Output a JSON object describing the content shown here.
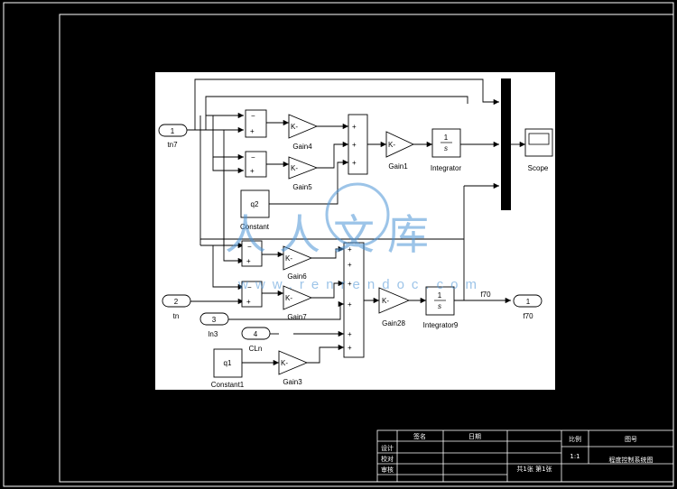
{
  "blocks": {
    "in_tn7": {
      "number": "1",
      "name": "tn7"
    },
    "in_tn": {
      "number": "2",
      "name": "tn"
    },
    "in_ln3": {
      "number": "3",
      "name": "ln3"
    },
    "in_cln": {
      "number": "4",
      "name": "CLn"
    },
    "out_f70": {
      "number": "1",
      "name": "f70"
    },
    "gain_glyph": "K-",
    "gain4": "Gain4",
    "gain5": "Gain5",
    "gain6": "Gain6",
    "gain7": "Gain7",
    "gain1": "Gain1",
    "gain28": "Gain28",
    "gain3": "Gain3",
    "integrator": {
      "name": "Integrator",
      "num": "1",
      "den": "s"
    },
    "integrator9": {
      "name": "Integrator9",
      "num": "1",
      "den": "s"
    },
    "constant": {
      "value": "q2",
      "name": "Constant"
    },
    "constant1": {
      "value": "q1",
      "name": "Constant1"
    },
    "scope": "Scope",
    "signal_f70": "f70",
    "minus": "−",
    "plus": "+"
  },
  "watermark": {
    "text": "人人文库",
    "url": "www.renrendoc.com",
    "colors": {
      "main": "#4d94d6"
    }
  },
  "title_block": {
    "signature": "签名",
    "date": "日期",
    "scale_label": "比例",
    "drawing_no": "图号",
    "design": "设计",
    "check": "校对",
    "review": "审核",
    "scale_value": "1:1",
    "sheet_count": "共1张 第1张",
    "drawing_title": "程度控制系统图"
  },
  "colors": {
    "background": "#000000",
    "frame": "#ffffff",
    "canvas": "#ffffff",
    "line": "#000000"
  }
}
